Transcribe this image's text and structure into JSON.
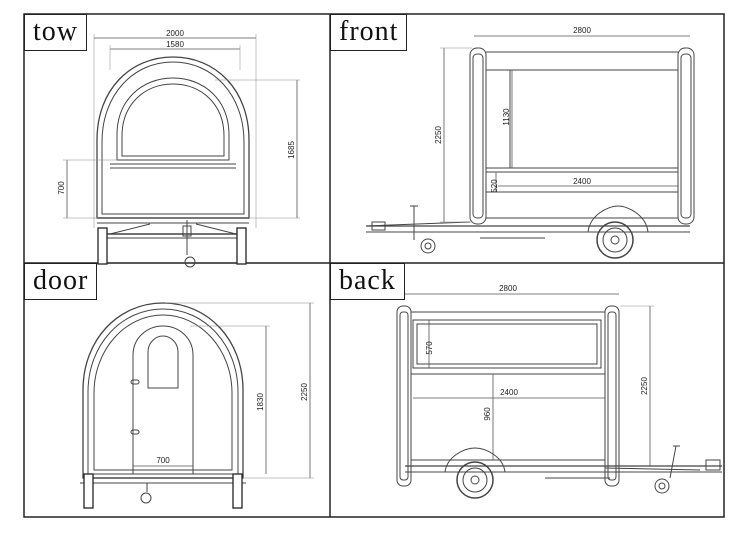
{
  "panels": {
    "tow": {
      "label": "tow",
      "dims": {
        "overall_width": "2000",
        "body_width": "1580",
        "body_height": "1685",
        "lower_height": "700"
      }
    },
    "front": {
      "label": "front",
      "dims": {
        "length": "2800",
        "height": "2250",
        "window_height": "1130",
        "counter_height": "520",
        "counter_length": "2400"
      }
    },
    "door": {
      "label": "door",
      "dims": {
        "door_height": "1830",
        "overall_height": "2250",
        "door_width": "700"
      }
    },
    "back": {
      "label": "back",
      "dims": {
        "length": "2800",
        "upper_height": "570",
        "inner_length": "2400",
        "lower_height": "960",
        "overall_height": "2250"
      }
    }
  }
}
